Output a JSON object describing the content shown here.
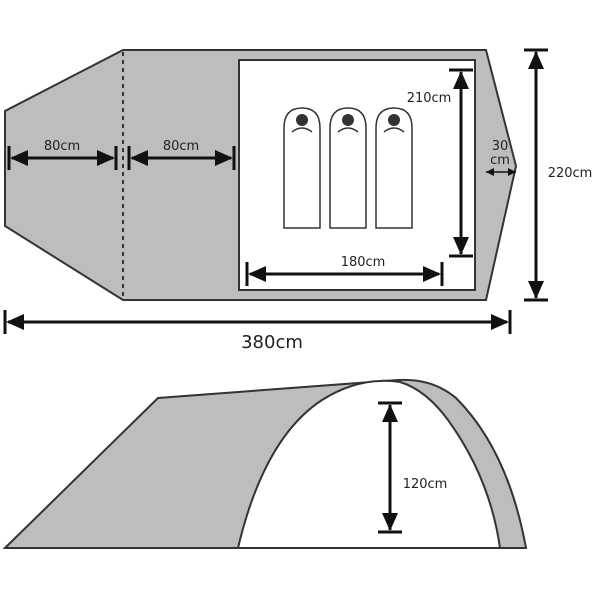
{
  "colors": {
    "fabric": "#bdbdbd",
    "interior": "#ffffff",
    "line": "#333333",
    "arrow": "#111111"
  },
  "labels": {
    "vestibule_front": "80cm",
    "vestibule_middle": "80cm",
    "inner_length": "210cm",
    "rear_gap_value": "30",
    "rear_gap_unit": "cm",
    "total_width": "220cm",
    "inner_width": "180cm",
    "total_length": "380cm",
    "height": "120cm"
  },
  "icons": {
    "sleeping_bag": "sleeping-bag-icon"
  }
}
